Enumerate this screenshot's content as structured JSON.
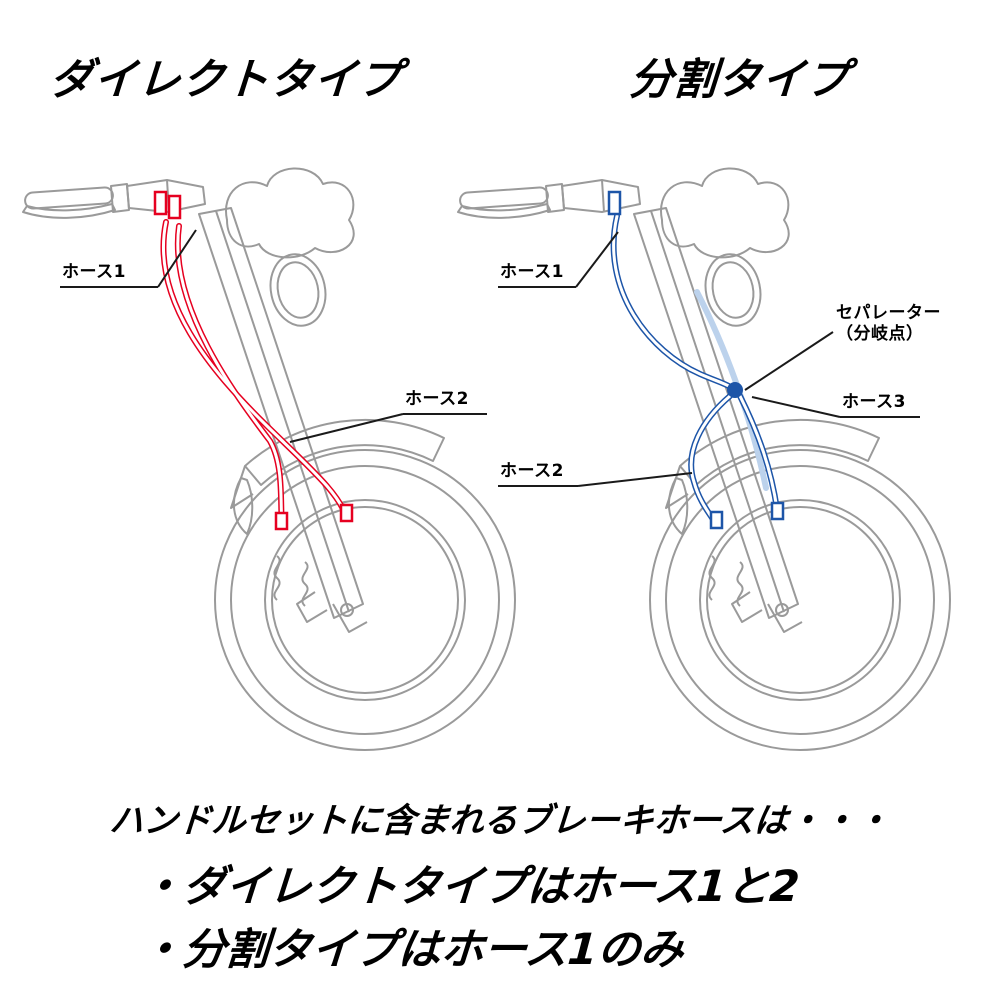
{
  "titles": {
    "left": "ダイレクトタイプ",
    "right": "分割タイプ"
  },
  "left_diagram": {
    "hose1_label": "ホース1",
    "hose2_label": "ホース2",
    "hose_color": "#e60020"
  },
  "right_diagram": {
    "hose1_label": "ホース1",
    "hose2_label": "ホース2",
    "hose3_label": "ホース3",
    "separator_label_line1": "セパレーター",
    "separator_label_line2": "（分岐点）",
    "hose_color": "#1d55a8",
    "hose_color_light": "#bcd2ec"
  },
  "footer": {
    "intro": "ハンドルセットに含まれるブレーキホースは・・・",
    "bullet_direct": "・ダイレクトタイプはホース1と2",
    "bullet_split": "・分割タイプはホース1のみ"
  }
}
